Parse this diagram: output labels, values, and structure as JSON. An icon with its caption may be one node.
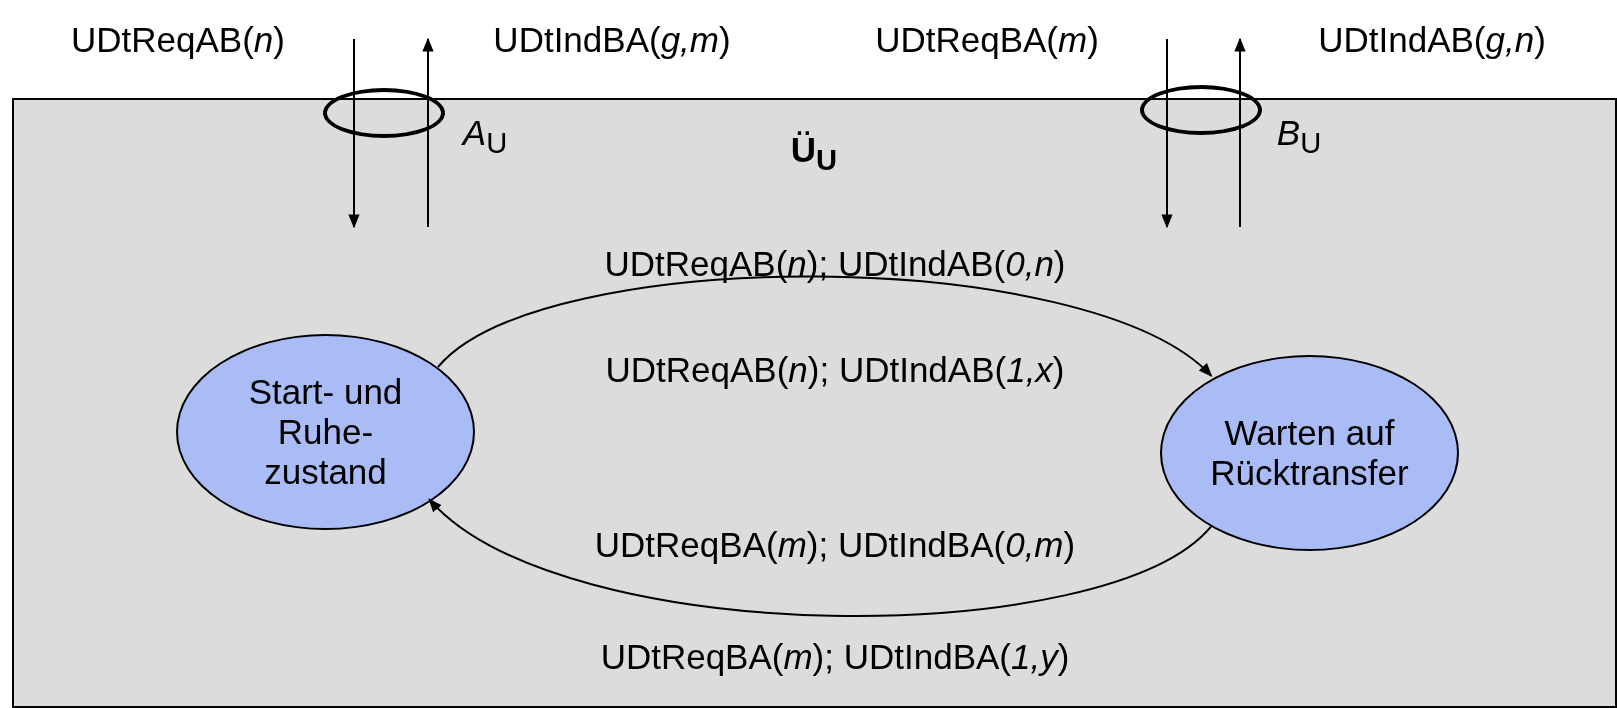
{
  "diagram": {
    "nodes": [
      {
        "text": [
          "Ü$_{U}$"
        ]
      },
      {
        "text": [],
        "shape": "ellipse",
        "beside": [
          "*A*$_{U}$"
        ]
      },
      {
        "text": [],
        "shape": "ellipse",
        "beside": [
          "*B*$_{U}$"
        ]
      },
      {
        "text": [
          "Start- und Ruhe- zustand"
        ],
        "in": 0
      },
      {
        "text": [
          "Warten auf Rücktransfer"
        ],
        "in": 0
      }
    ],
    "edges": [
      {
        "from": 1,
        "to": null,
        "arrow": "to",
        "label": "UDtReqAB(*n*)"
      },
      {
        "from": null,
        "to": 1,
        "arrow": "to",
        "label": "UDtIndBA(*g,m*)"
      },
      {
        "from": 2,
        "to": null,
        "arrow": "to",
        "label": "UDtReqBA(*m*)"
      },
      {
        "from": null,
        "to": 2,
        "arrow": "to",
        "label": "UDtIndAB(*g,n*)"
      },
      {
        "from": 3,
        "to": 4,
        "arrow": "to",
        "label": "UDtReqAB(*n*); UDtIndAB(*0,n*)"
      },
      {
        "from": 4,
        "to": 3,
        "arrow": "to",
        "label": "UDtReqBA(*m*); UDtIndBA(*0,m*)"
      }
    ],
    "labels": [
      "UDtReqAB(*n*); UDtIndAB(*1,x*)",
      "UDtReqBA(*m*); UDtIndBA(*1,y*)"
    ]
  }
}
